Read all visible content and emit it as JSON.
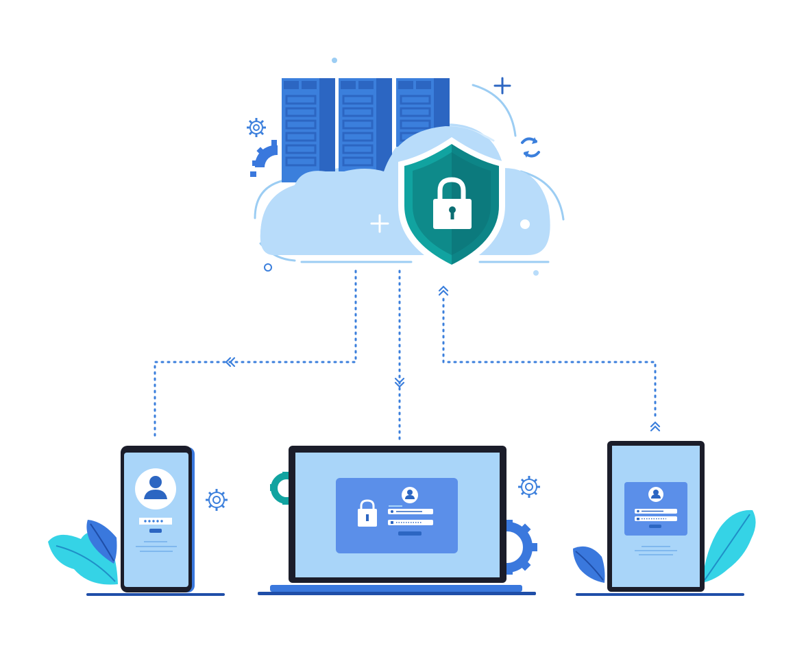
{
  "colors": {
    "background": "#ffffff",
    "cloud_fill": "#b8dcfa",
    "cloud_outline": "#9ccdf3",
    "server_blue": "#3b7fdc",
    "server_dark": "#2c66c2",
    "shield_teal": "#11a3a0",
    "shield_dark": "#0b6e73",
    "shield_inner": "#14858a",
    "device_frame": "#1b1d2a",
    "screen_fill": "#a9d5f9",
    "panel_blue": "#5b8fe9",
    "connector_dots": "#3b7fdc",
    "leaf_cyan": "#35d3e6",
    "leaf_blue": "#3a78dd",
    "gear_blue": "#3a78dd",
    "accent_dark_blue": "#1f4ea8"
  },
  "icons": [
    "server-rack-icon",
    "cloud-icon",
    "shield-lock-icon",
    "padlock-icon",
    "user-avatar-icon",
    "gear-icon",
    "refresh-icon",
    "plus-icon",
    "chevron-double-icon",
    "leaf-icon"
  ],
  "devices": [
    "smartphone",
    "laptop",
    "tablet"
  ]
}
